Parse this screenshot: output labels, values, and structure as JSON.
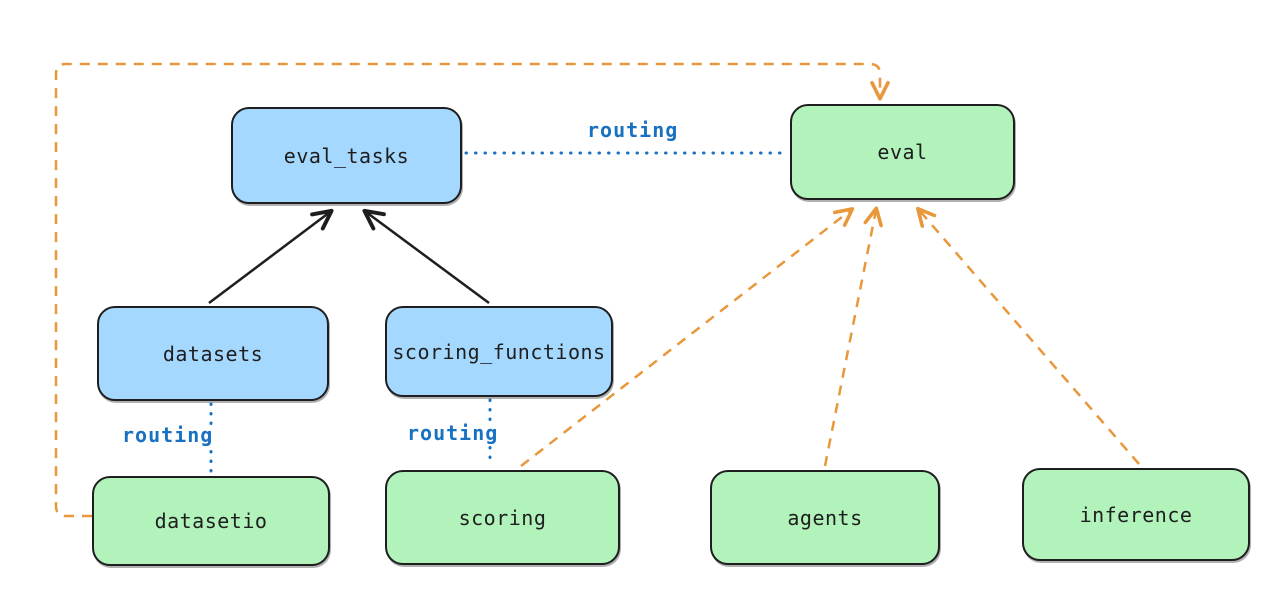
{
  "diagram": {
    "nodes": [
      {
        "id": "eval_tasks",
        "label": "eval_tasks",
        "kind": "resource"
      },
      {
        "id": "eval",
        "label": "eval",
        "kind": "api"
      },
      {
        "id": "datasets",
        "label": "datasets",
        "kind": "resource"
      },
      {
        "id": "scoring_functions",
        "label": "scoring_functions",
        "kind": "resource"
      },
      {
        "id": "datasetio",
        "label": "datasetio",
        "kind": "api"
      },
      {
        "id": "scoring",
        "label": "scoring",
        "kind": "api"
      },
      {
        "id": "agents",
        "label": "agents",
        "kind": "api"
      },
      {
        "id": "inference",
        "label": "inference",
        "kind": "api"
      }
    ],
    "edges": [
      {
        "from": "datasets",
        "to": "eval_tasks",
        "style": "solid-black-arrow"
      },
      {
        "from": "scoring_functions",
        "to": "eval_tasks",
        "style": "solid-black-arrow"
      },
      {
        "from": "eval_tasks",
        "to": "eval",
        "style": "dotted-blue",
        "label": "routing"
      },
      {
        "from": "datasets",
        "to": "datasetio",
        "style": "dotted-blue",
        "label": "routing"
      },
      {
        "from": "scoring_functions",
        "to": "scoring",
        "style": "dotted-blue",
        "label": "routing"
      },
      {
        "from": "scoring",
        "to": "eval",
        "style": "dashed-orange-arrow"
      },
      {
        "from": "agents",
        "to": "eval",
        "style": "dashed-orange-arrow"
      },
      {
        "from": "inference",
        "to": "eval",
        "style": "dashed-orange-arrow"
      },
      {
        "from": "datasetio",
        "to": "eval",
        "style": "dashed-orange-arrow"
      }
    ],
    "colors": {
      "resource_fill": "#a5d8ff",
      "api_fill": "#b2f2bb",
      "stroke": "#1e1e1e",
      "routing_blue": "#1971c2",
      "orange": "#e8973a",
      "background": "#ffffff"
    }
  }
}
